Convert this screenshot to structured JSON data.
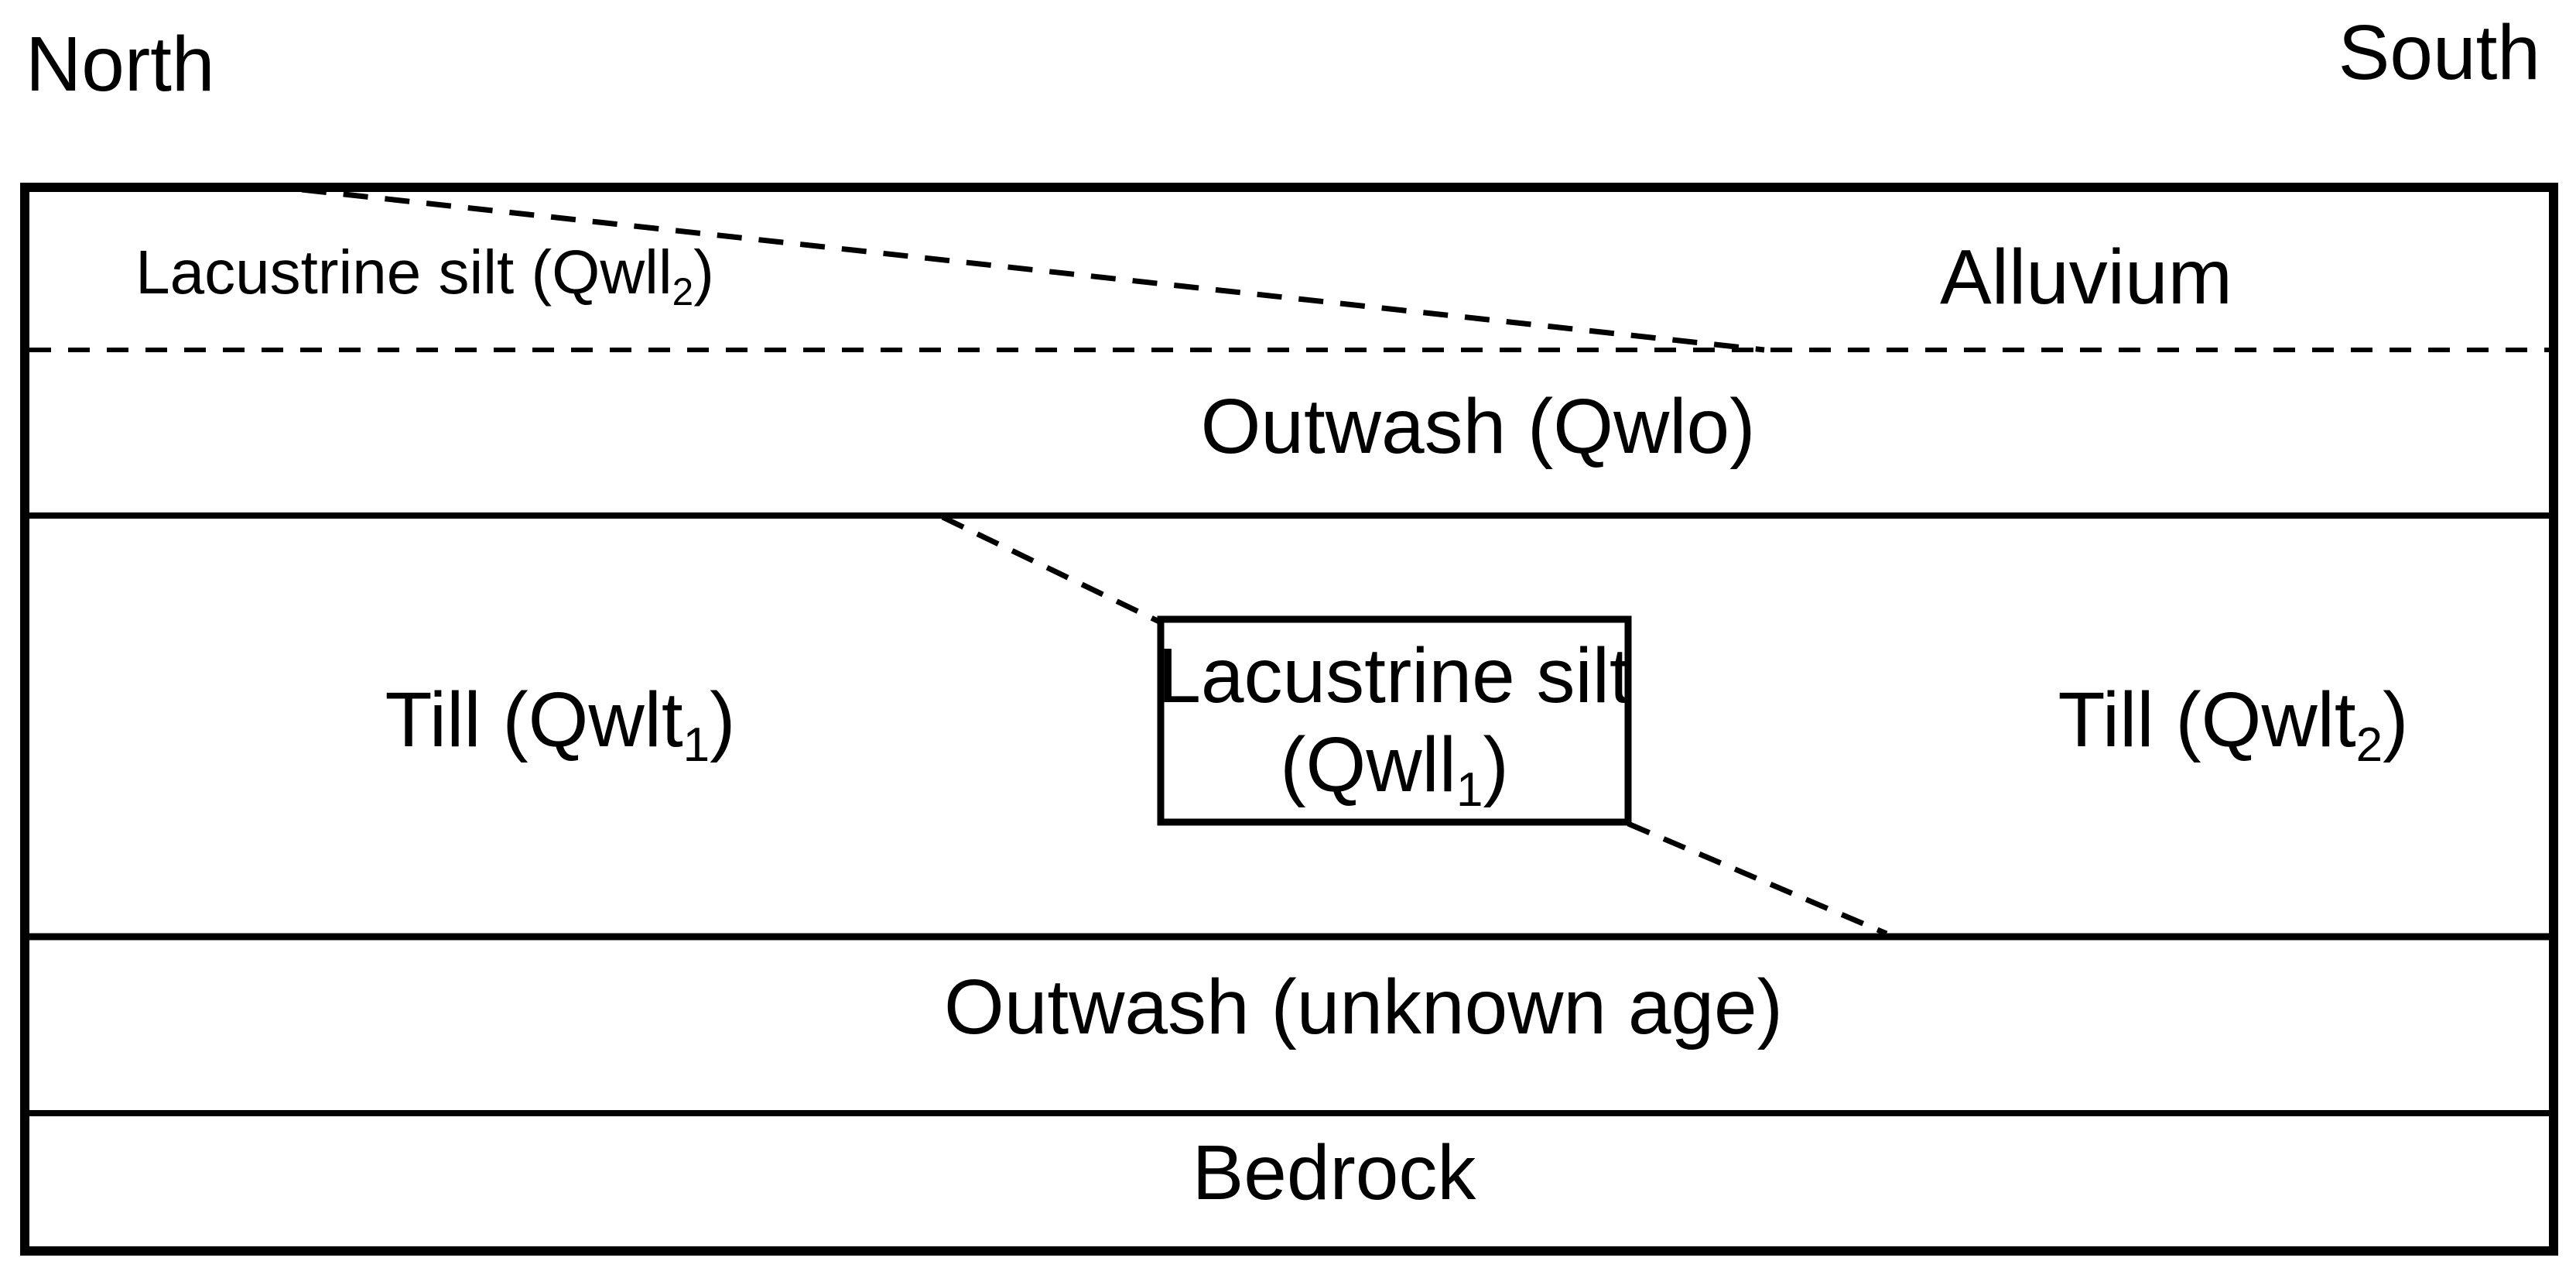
{
  "direction_labels": {
    "left": "North",
    "right": "South"
  },
  "colors": {
    "background": "#ffffff",
    "line": "#000000",
    "text": "#000000"
  },
  "layers": {
    "lacustrine_silt_2": {
      "pre": "Lacustrine silt (Qwll",
      "sub": "2",
      "post": ")"
    },
    "alluvium": {
      "label": "Alluvium"
    },
    "outwash_qwlo": {
      "label": "Outwash (Qwlo)"
    },
    "till_1": {
      "pre": "Till (Qwlt",
      "sub": "1",
      "post": ")"
    },
    "lacustrine_silt_1": {
      "line1": "Lacustrine silt",
      "line2_pre": "(Qwll",
      "line2_sub": "1",
      "line2_post": ")"
    },
    "till_2": {
      "pre": "Till (Qwlt",
      "sub": "2",
      "post": ")"
    },
    "outwash_unknown_age": {
      "label": "Outwash (unknown age)"
    },
    "bedrock": {
      "label": "Bedrock"
    }
  }
}
